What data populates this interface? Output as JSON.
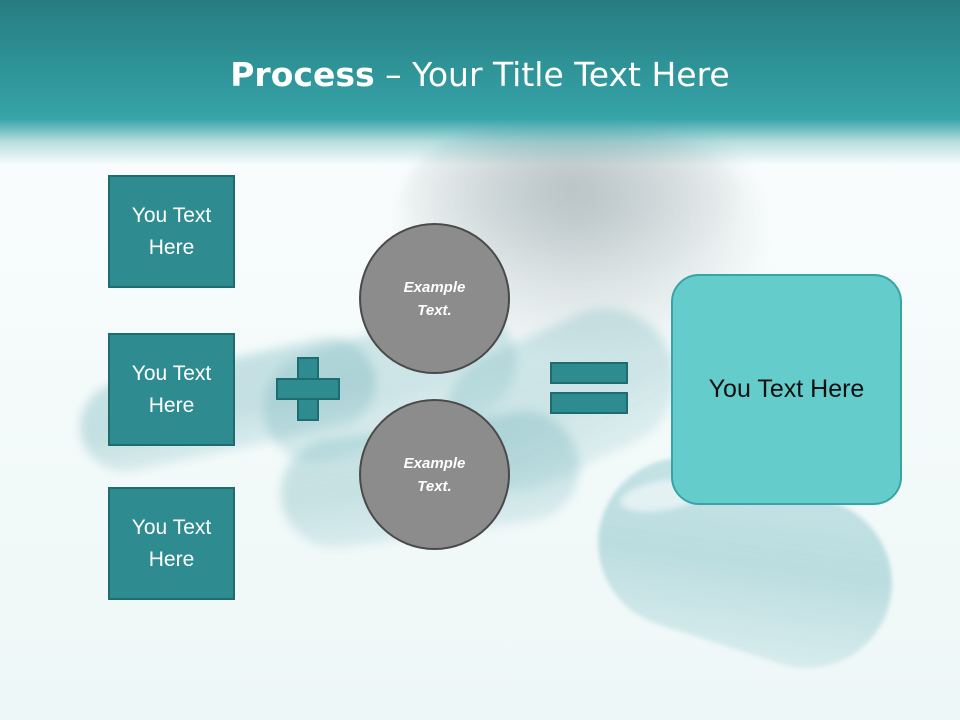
{
  "title": {
    "bold": "Process",
    "rest": " – Your Title Text Here"
  },
  "left_boxes": [
    {
      "label": "You Text Here"
    },
    {
      "label": "You Text Here"
    },
    {
      "label": "You Text Here"
    }
  ],
  "circles": [
    {
      "label": "Example Text."
    },
    {
      "label": "Example Text."
    }
  ],
  "result": {
    "label": "You Text Here"
  },
  "colors": {
    "header_teal": "#2e9397",
    "box_teal": "#2e8c91",
    "box_border": "#1f6c70",
    "circle_gray": "#8c8c8c",
    "result_teal": "#64cccb"
  },
  "icons": {
    "operator_1": "plus-icon",
    "operator_2": "equals-icon"
  }
}
